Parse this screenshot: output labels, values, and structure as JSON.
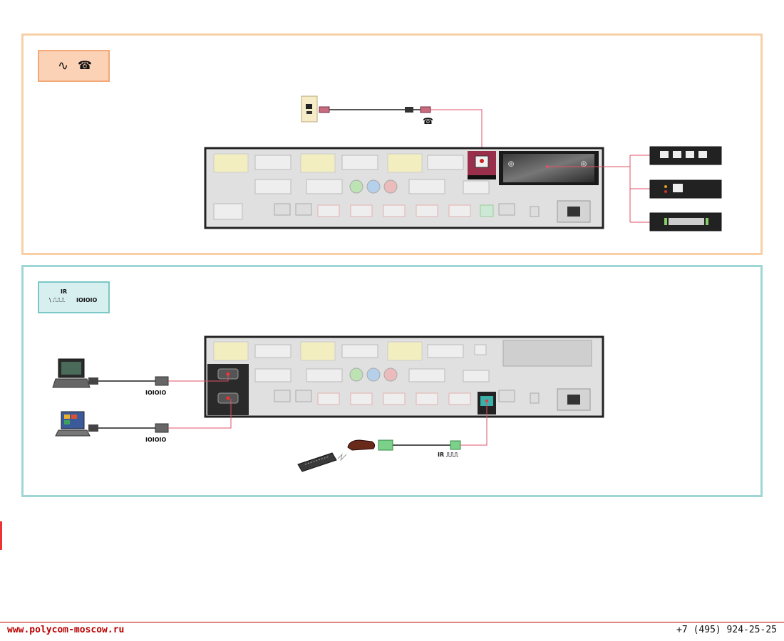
{
  "network_panel": {
    "badge_icons": [
      "analog-wave-icon",
      "phone-icon"
    ],
    "badge_wave": "∿",
    "badge_phone": "☎",
    "cable_phone_label": "☎"
  },
  "control_panel": {
    "badge_ir": "IR",
    "badge_pulse": "\\ ⎍⎍⎍",
    "badge_serial": "IOIOIO",
    "serial_label_1": "IOIOIO",
    "serial_label_2": "IOIOIO",
    "ir_label": "IR ⎍⎍⎍"
  },
  "footer": {
    "website": "www.polycom-moscow.ru",
    "phone": "+7 (495) 924-25-25"
  },
  "colors": {
    "network_border": "#f8cfa8",
    "control_border": "#9fd6d6",
    "link_line": "#e0506a",
    "footer_red": "#b00000"
  }
}
